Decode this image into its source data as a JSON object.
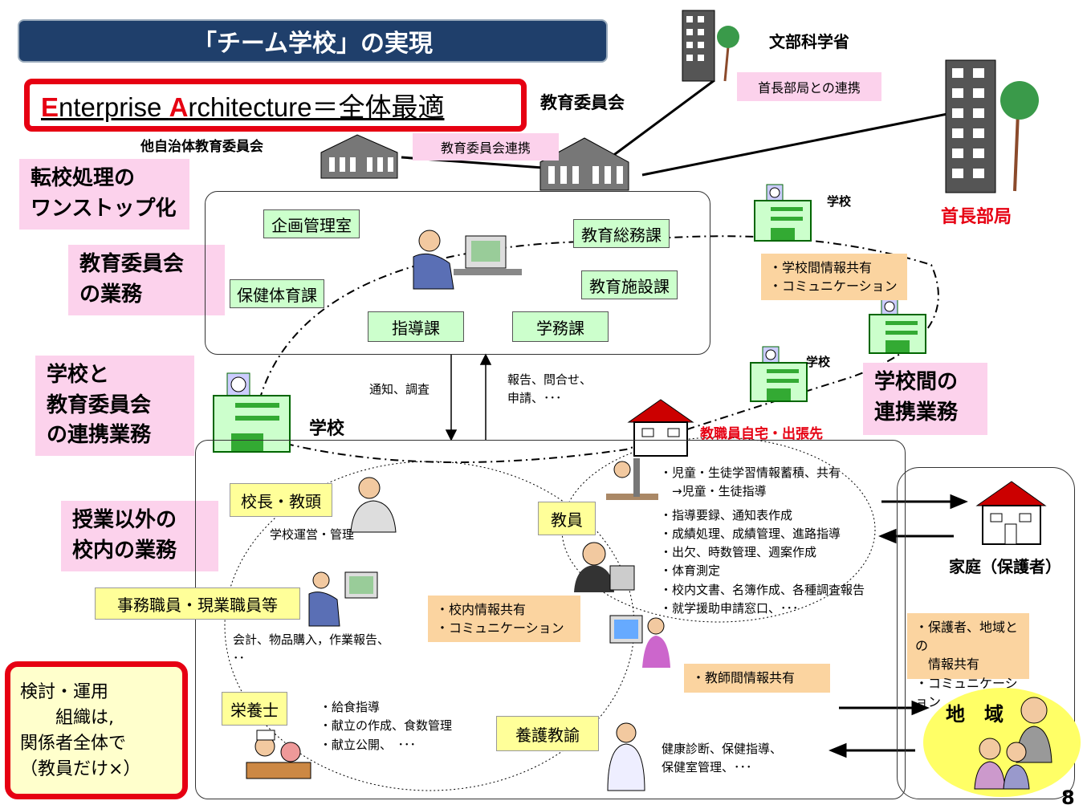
{
  "title": "「チーム学校」の実現",
  "ea": {
    "e": "E",
    "nterprise": "nterprise ",
    "a": "A",
    "rest": "rchitecture＝全体最適"
  },
  "labels": {
    "mext": "文部科学省",
    "board": "教育委員会",
    "other_board": "他自治体教育委員会",
    "head_office": "首長部局",
    "school_main": "学校",
    "school_a": "学校",
    "school_b": "学校",
    "teacher_home": "教職員自宅・出張先",
    "family": "家庭（保護者）",
    "community": "地　域"
  },
  "pink_notes": {
    "mext_link": "首長部局との連携",
    "board_link": "教育委員会連携",
    "transfer": [
      "転校処理の",
      "ワンストップ化"
    ],
    "board_work": [
      "教育委員会",
      "の業務"
    ],
    "school_board": [
      "学校と",
      "教育委員会",
      "の連携業務"
    ],
    "outside_class": [
      "授業以外の",
      "校内の業務"
    ],
    "inter_school": [
      "学校間の",
      "連携業務"
    ]
  },
  "departments": {
    "planning": "企画管理室",
    "general": "教育総務課",
    "facility": "教育施設課",
    "health": "保健体育課",
    "guidance": "指導課",
    "academic": "学務課"
  },
  "flows": {
    "down": "通知、調査",
    "up": [
      "報告、問合せ、",
      "申請、･･･"
    ]
  },
  "roles": {
    "principal": "校長・教頭",
    "principal_task": "学校運営・管理",
    "clerk": "事務職員・現業職員等",
    "clerk_task": [
      "会計、物品購入，作業報告、",
      "･･"
    ],
    "teacher": "教員",
    "nutrition": "栄養士",
    "nutrition_tasks": [
      "・給食指導",
      "・献立の作成、食数管理",
      "・献立公開、　･･･"
    ],
    "nurse": "養護教諭",
    "nurse_tasks": [
      "健康診断、保健指導、",
      "保健室管理、･･･"
    ]
  },
  "teacher_tasks": [
    "・児童・生徒学習情報蓄積、共有",
    "　→児童・生徒指導",
    "・指導要録、通知表作成",
    "・成績処理、成績管理、進路指導",
    "・出欠、時数管理、週案作成",
    "・体育測定",
    "・校内文書、名簿作成、各種調査報告",
    "・就学援助申請窓口、･･･"
  ],
  "orange_notes": {
    "inter_school": [
      "・学校間情報共有",
      "・コミュニケーション"
    ],
    "in_school": [
      "・校内情報共有",
      "・コミュニケーション"
    ],
    "teachers": "・教師間情報共有",
    "guardians": [
      "・保護者、地域との",
      "　情報共有",
      "・コミュニケーション"
    ]
  },
  "review": [
    "検討・運用",
    "　　組織は,",
    "関係者全体で",
    "（教員だけ×）"
  ],
  "page_number": "8",
  "colors": {
    "title_bg": "#1f3f6b",
    "red": "#e60012",
    "pink": "#fcd2ec",
    "green": "#ccffcc",
    "yellow": "#ffff99",
    "orange": "#fbd4a0"
  }
}
